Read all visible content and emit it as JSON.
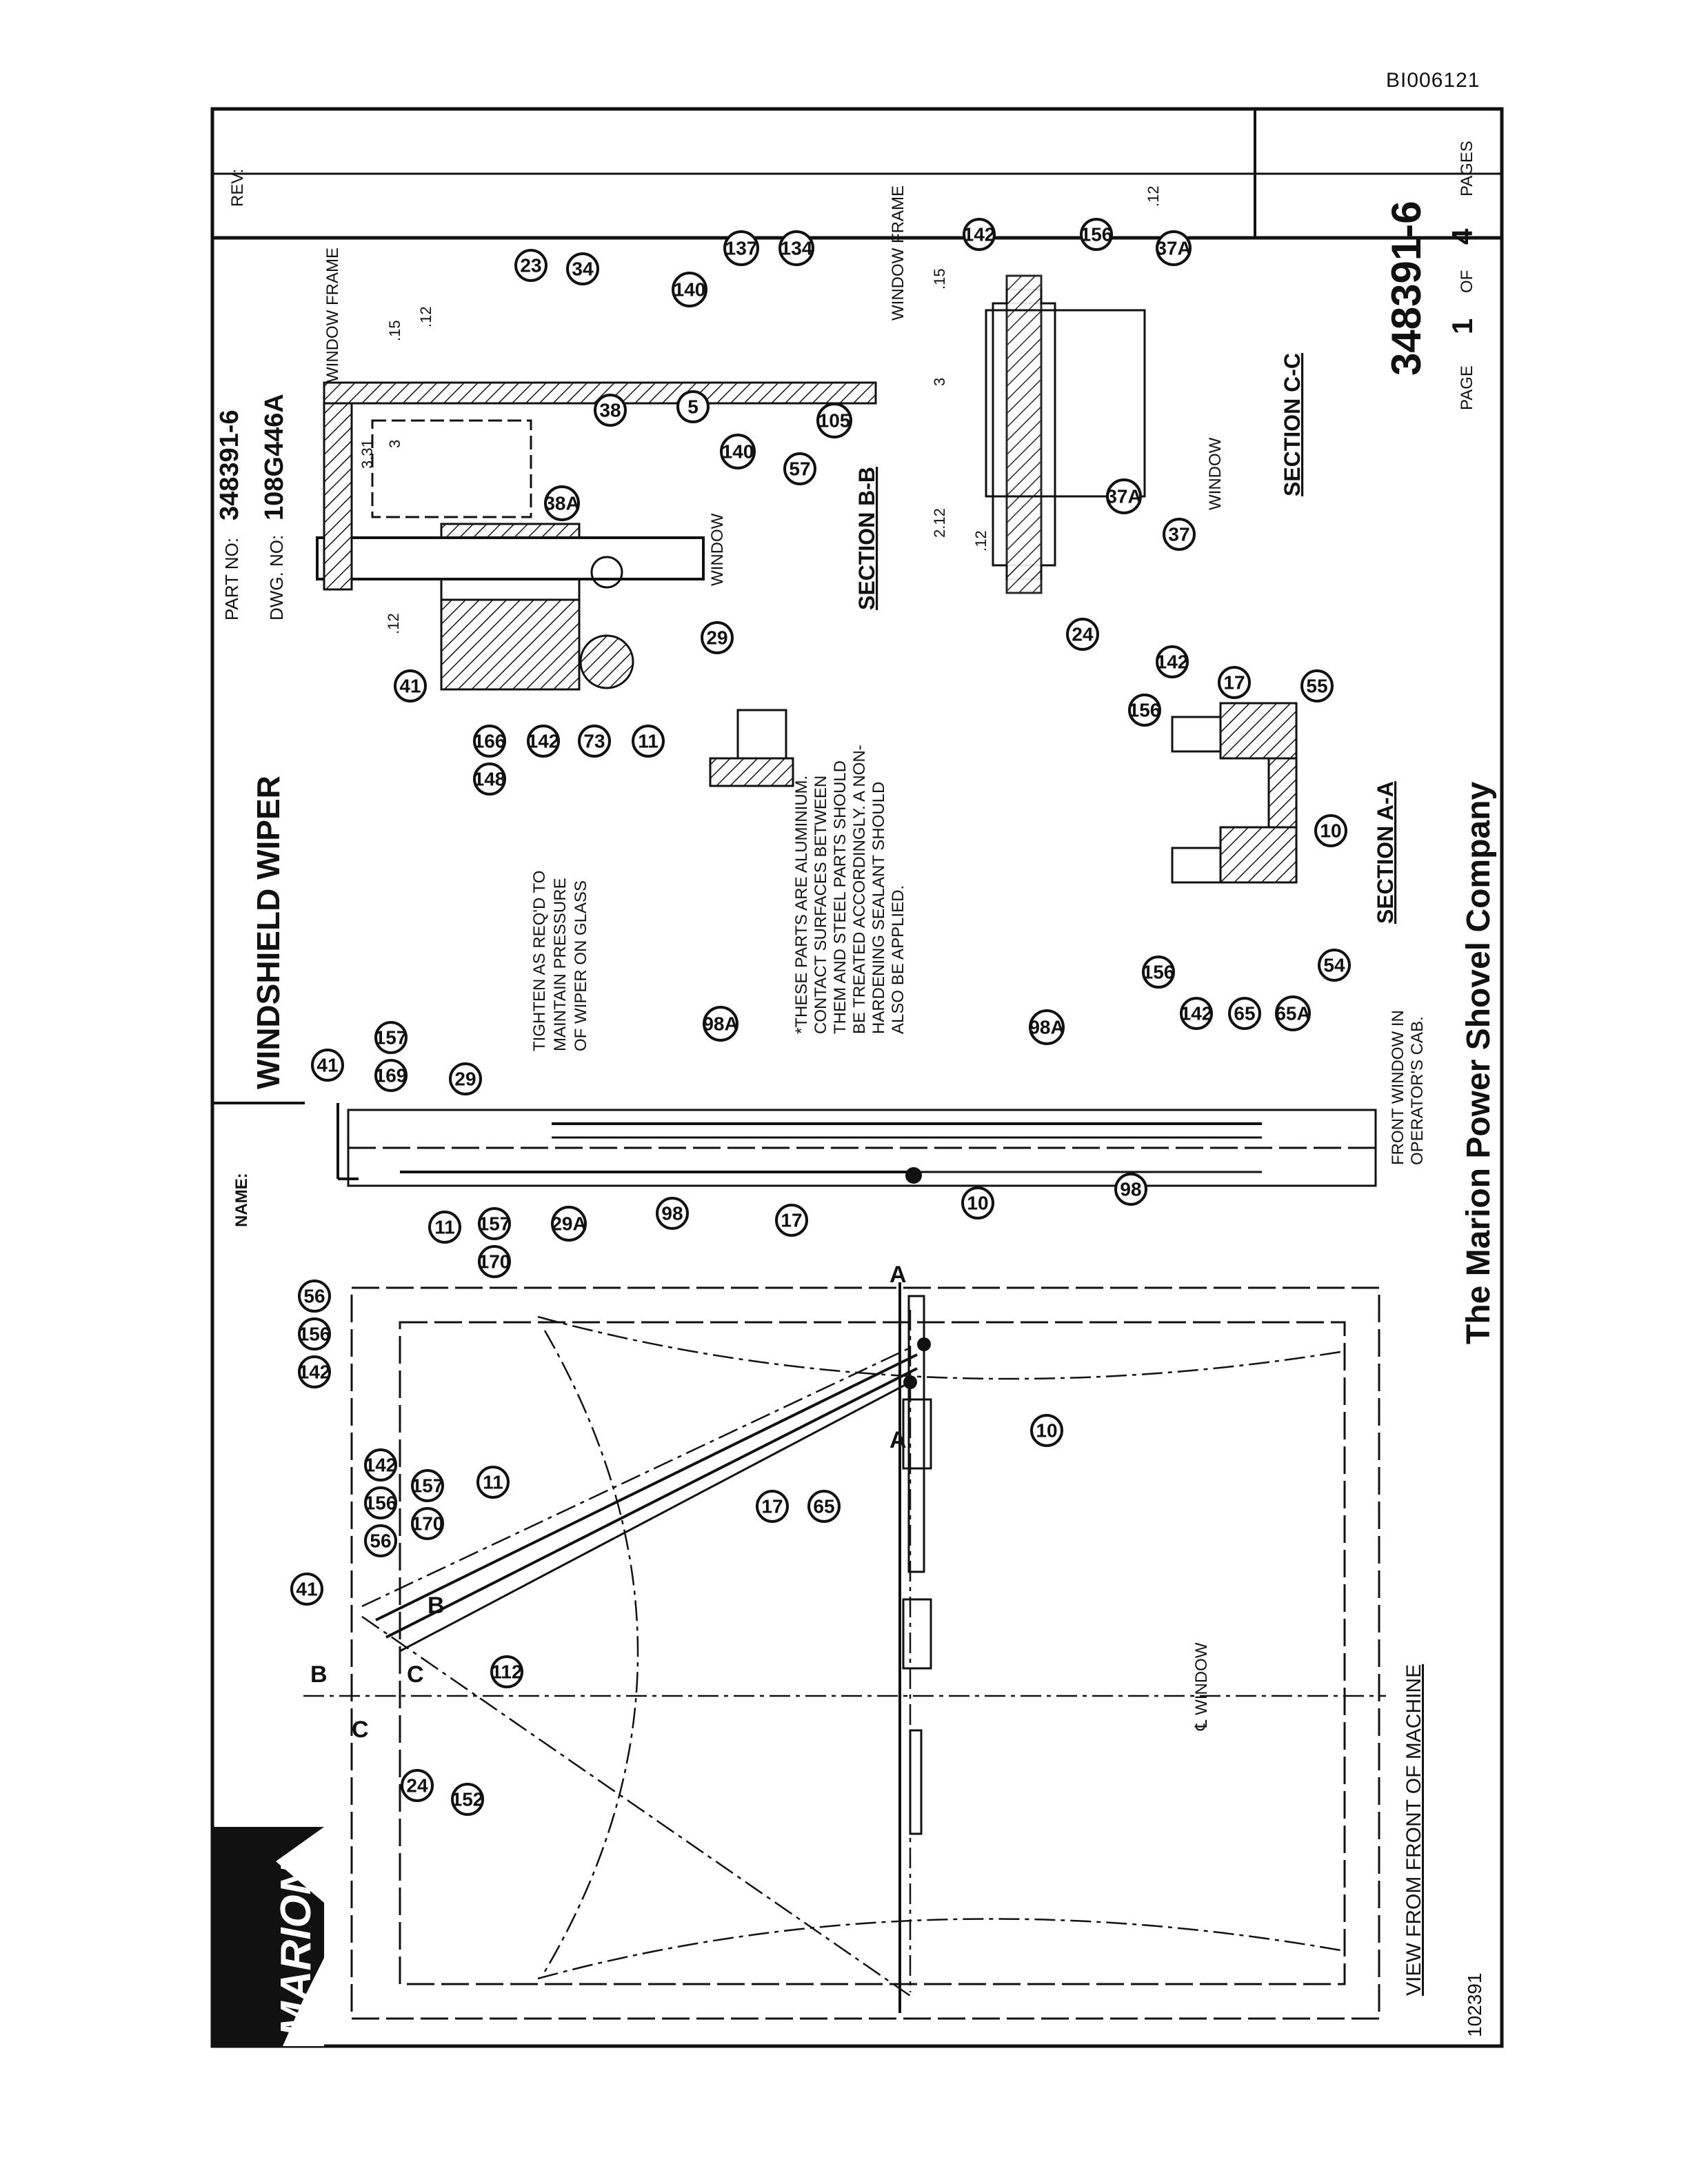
{
  "doc_id": "BI006121",
  "title_block": {
    "name_label": "NAME:",
    "name_value": "WINDSHIELD WIPER",
    "part_no_label": "PART NO:",
    "part_no_value": "348391-6",
    "dwg_no_label": "DWG. NO:",
    "dwg_no_value": "108G446A",
    "rev_label": "REV:"
  },
  "page_info": {
    "big_number": "348391-6",
    "page_label": "PAGE",
    "page_num": "1",
    "of_label": "OF",
    "total": "4",
    "pages_label": "PAGES"
  },
  "company": "The Marion Power Shovel Company",
  "logo_text": "MARION",
  "footer_code": "102391",
  "views": {
    "front": "VIEW FROM FRONT OF MACHINE",
    "section_aa": "SECTION A-A",
    "section_bb": "SECTION B-B",
    "section_cc": "SECTION C-C"
  },
  "notes": {
    "tighten": [
      "TIGHTEN AS REQ'D TO",
      "MAINTAIN PRESSURE",
      "OF WIPER ON GLASS"
    ],
    "aluminium": [
      "*THESE PARTS ARE ALUMINIUM.",
      "CONTACT SURFACES BETWEEN",
      "THEM AND STEEL PARTS SHOULD",
      "BE TREATED ACCORDINGLY.  A NON-",
      "HARDENING SEALANT SHOULD",
      "ALSO BE APPLIED."
    ],
    "front_window": [
      "FRONT WINDOW IN",
      "OPERATOR'S CAB."
    ],
    "window_frame": "WINDOW FRAME",
    "window": "WINDOW",
    "window_cl": "℄ WINDOW"
  },
  "dims": {
    "bb_a": "3.31",
    "bb_b": "3",
    "bb_c": ".15",
    "bb_d": ".12",
    "bb_e": ".12",
    "cc_a": "2.12",
    "cc_b": "3",
    "cc_c": ".15",
    "cc_d": ".12",
    "cc_e": ".12"
  },
  "section_letters": {
    "a": "A",
    "b": "B",
    "c": "C"
  },
  "callouts": {
    "front_view": [
      "41",
      "56",
      "156",
      "142",
      "170",
      "157",
      "11",
      "17",
      "65",
      "10",
      "112",
      "24",
      "152",
      "142",
      "156",
      "56"
    ],
    "side_view": [
      "41",
      "169",
      "157",
      "29",
      "11",
      "157",
      "170",
      "29A",
      "98A",
      "98",
      "17",
      "10",
      "98A",
      "98",
      "10"
    ],
    "section_bb": [
      "23",
      "34",
      "41",
      "148",
      "166",
      "142",
      "73",
      "11",
      "29",
      "38",
      "38A",
      "5",
      "140",
      "140",
      "57",
      "105",
      "137",
      "134"
    ],
    "section_cc": [
      "142",
      "156",
      "37A",
      "37A",
      "37",
      "24"
    ],
    "section_aa": [
      "156",
      "142",
      "17",
      "55",
      "10",
      "54",
      "65A",
      "65",
      "142",
      "156"
    ]
  }
}
